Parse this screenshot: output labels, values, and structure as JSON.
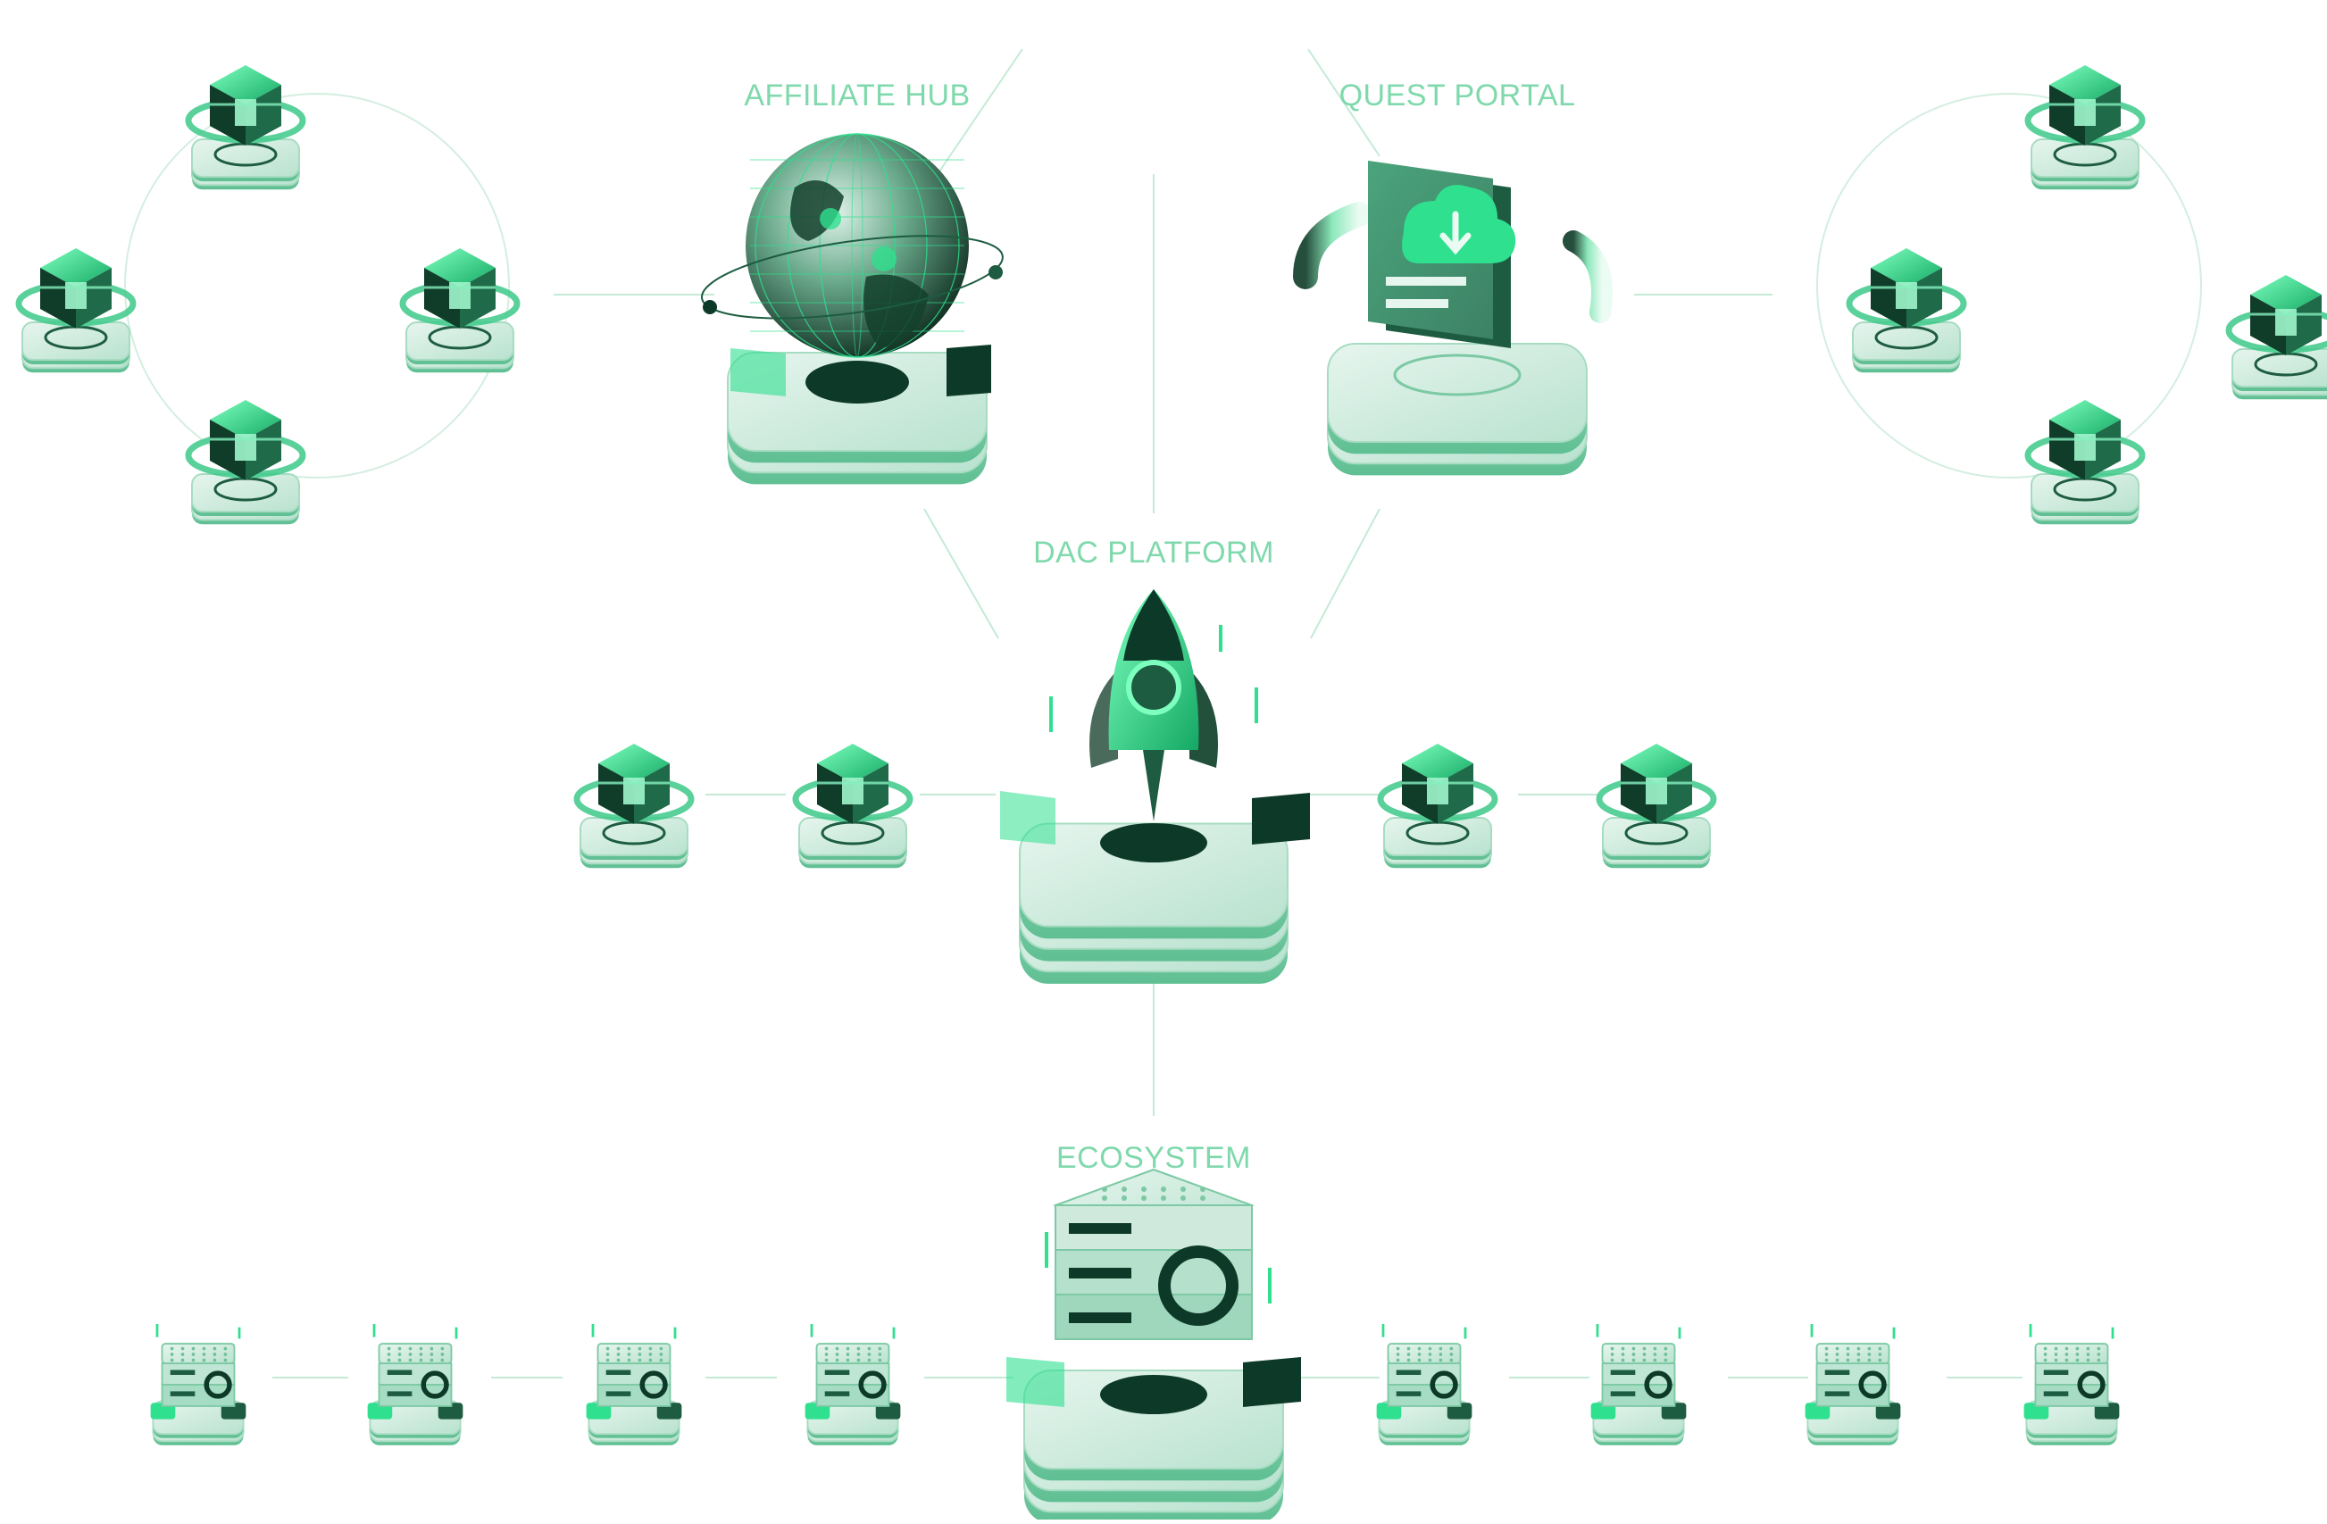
{
  "labels": {
    "affiliate_hub": "AFFILIATE HUB",
    "quest_portal": "QUEST PORTAL",
    "dac_platform": "DAC PLATFORM",
    "ecosystem": "ECOSYSTEM"
  },
  "colors": {
    "label": "#7fd9ac",
    "line": "#bfe8d3",
    "accent": "#2fe08f",
    "platform_top": "#cfe9dc",
    "platform_side": "#8fd3b2",
    "dark": "#0d3a28",
    "dark_mid": "#1d5c41",
    "glass": "#9fe9c4"
  },
  "icons": {
    "hubs": [
      "globe-icon",
      "document-cloud-download-icon",
      "rocket-icon",
      "server-rack-icon"
    ],
    "nodes": [
      "cube-node-icon",
      "server-node-icon"
    ]
  }
}
